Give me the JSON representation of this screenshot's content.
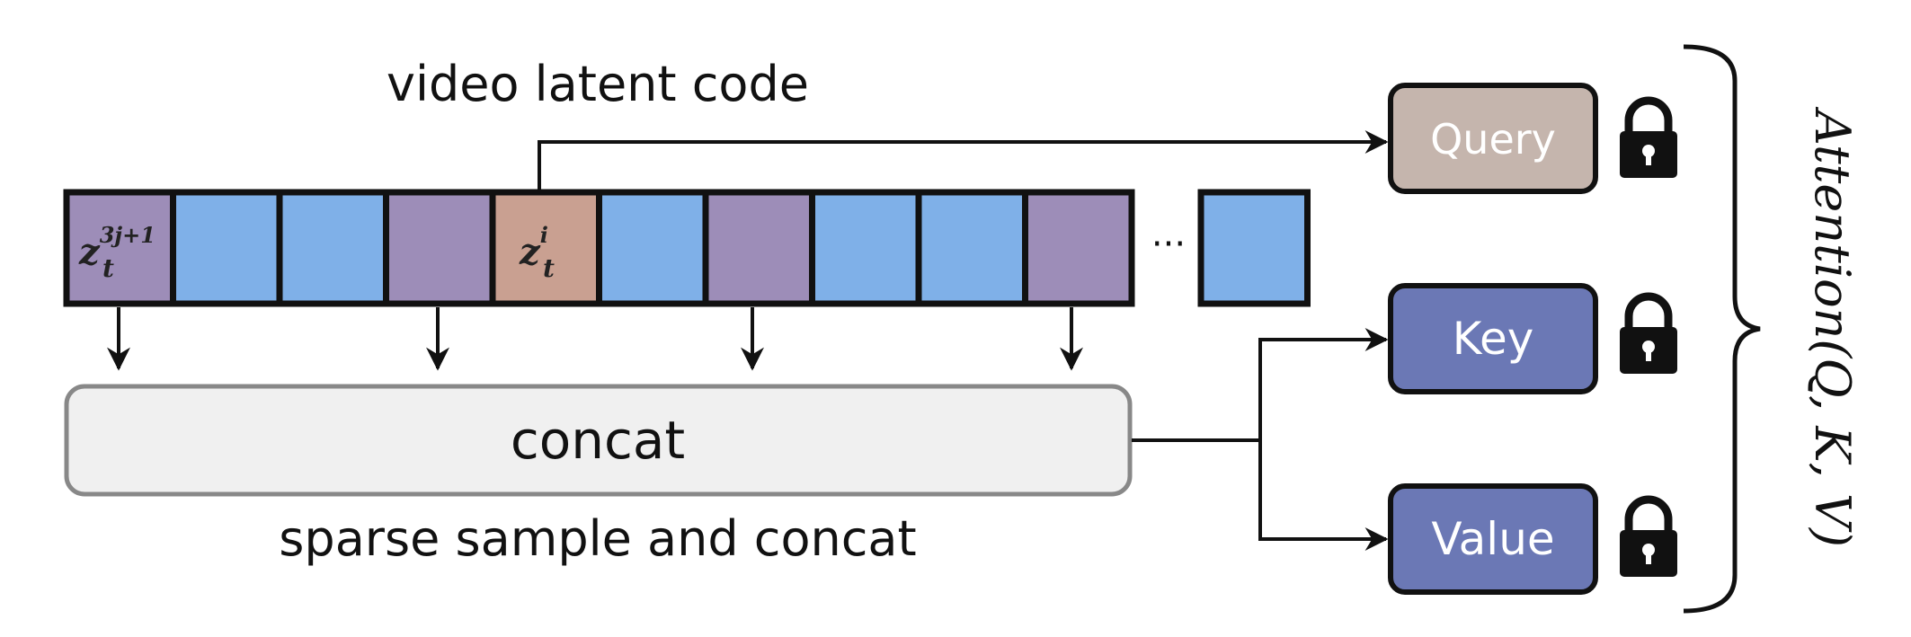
{
  "title": "video latent code",
  "concat_label": "concat",
  "caption": "sparse sample and concat",
  "ellipsis": "···",
  "frames": [
    {
      "kind": "sampled",
      "symbol": "z",
      "sub": "t",
      "sup": "3j+1"
    },
    {
      "kind": "plain"
    },
    {
      "kind": "plain"
    },
    {
      "kind": "sampled"
    },
    {
      "kind": "current",
      "symbol": "z",
      "sub": "t",
      "sup": "i"
    },
    {
      "kind": "plain"
    },
    {
      "kind": "sampled"
    },
    {
      "kind": "plain"
    },
    {
      "kind": "plain"
    },
    {
      "kind": "sampled"
    },
    {
      "kind": "plain"
    }
  ],
  "projections": {
    "query": "Query",
    "key": "Key",
    "value": "Value"
  },
  "attention_label": "Attention(Q, K, V)",
  "colors": {
    "plain_frame": "#7fb0e8",
    "sampled_frame": "#9d8db8",
    "current_frame": "#c9a091",
    "query_box": "#c5b5ad",
    "key_value_box": "#6b78b5",
    "concat_box": "#f0f0f0",
    "concat_border": "#888888",
    "line": "#111111"
  },
  "icons": [
    "lock-icon",
    "lock-icon",
    "lock-icon"
  ]
}
